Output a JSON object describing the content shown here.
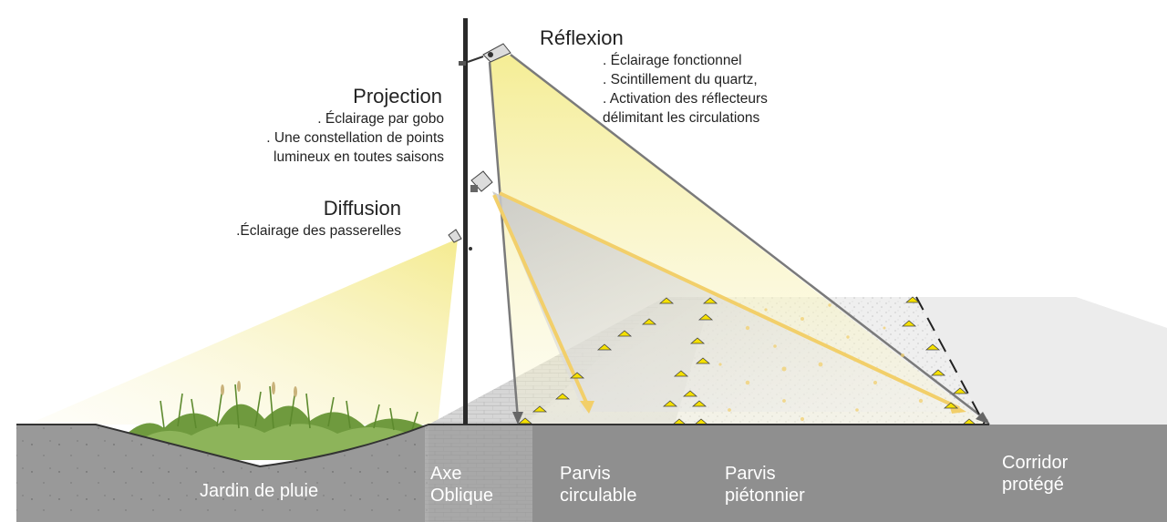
{
  "sections": {
    "reflexion": {
      "title": "Réflexion",
      "lines": [
        ". Éclairage fonctionnel",
        ". Scintillement du quartz,",
        ". Activation des réflecteurs",
        "délimitant les circulations"
      ]
    },
    "projection": {
      "title": "Projection",
      "lines": [
        ". Éclairage par gobo",
        ". Une constellation de points",
        "lumineux en toutes saisons"
      ]
    },
    "diffusion": {
      "title": "Diffusion",
      "lines": [
        ".Éclairage des passerelles"
      ]
    }
  },
  "zones": {
    "jardin": "Jardin de pluie",
    "axe": [
      "Axe",
      "Oblique"
    ],
    "parvis_circ": [
      "Parvis",
      "circulable"
    ],
    "parvis_piet": [
      "Parvis",
      "piétonnier"
    ],
    "corridor": [
      "Corridor",
      "protégé"
    ]
  },
  "colors": {
    "beam_yellow": "#f3e98a",
    "ground_grey": "#8f8f8f",
    "arrow_yellow": "#f2cf6a",
    "reflector_yellow": "#f5e000"
  }
}
